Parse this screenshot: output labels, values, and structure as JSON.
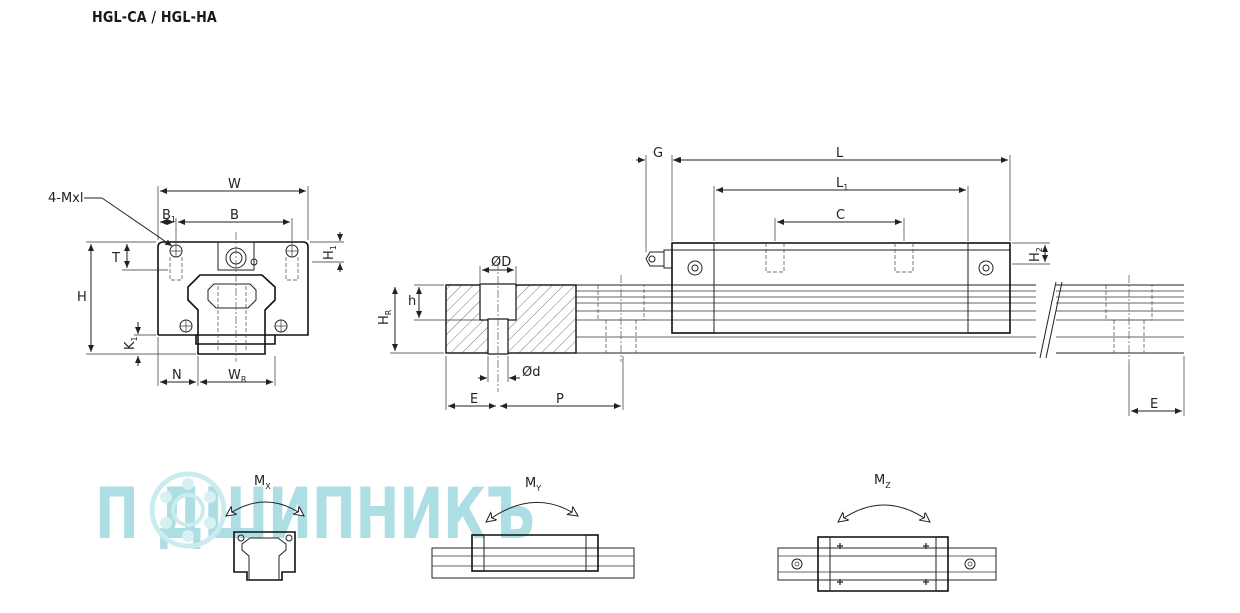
{
  "title": "HGL-CA / HGL-HA",
  "labels": {
    "W": "W",
    "B": "B",
    "B1": "B",
    "B1_sub": "1",
    "mxl": "4-Mxl",
    "T": "T",
    "H": "H",
    "H1": "H",
    "H1_sub": "1",
    "K1": "K",
    "K1_sub": "1",
    "N": "N",
    "WR": "W",
    "WR_sub": "R",
    "D": "ØD",
    "h": "h",
    "HR": "H",
    "HR_sub": "R",
    "d": "Ød",
    "E": "E",
    "P": "P",
    "G": "G",
    "L": "L",
    "L1": "L",
    "L1_sub": "1",
    "C": "C",
    "H2": "H",
    "H2_sub": "2",
    "E2": "E"
  },
  "moments": {
    "mx": "M",
    "mx_sub": "X",
    "my": "M",
    "my_sub": "Y",
    "mz": "M",
    "mz_sub": "Z"
  },
  "watermark": {
    "text": "П  ДШИПНИКЪ",
    "color": "#a8dde3"
  }
}
